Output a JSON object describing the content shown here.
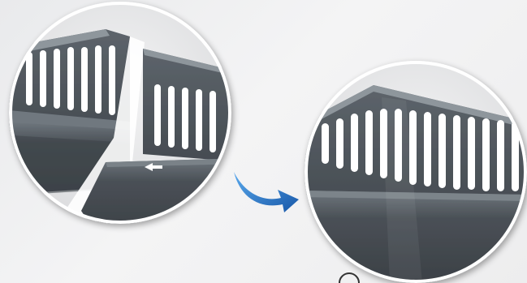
{
  "illustration": {
    "steps": [
      {
        "name": "before",
        "state": "two-duct-sections-separated"
      },
      {
        "name": "after",
        "state": "duct-sections-joined"
      }
    ],
    "transition_icon": "curved-arrow-icon",
    "push_indicator_icon": "arrow-left-icon",
    "colors": {
      "background": "#efeff0",
      "duct_body": "#4f565d",
      "duct_dark": "#3a4046",
      "duct_light": "#6c747b",
      "slot": "#ffffff",
      "arrow_blue": "#1f6fc4",
      "circle_border": "#ffffff"
    }
  }
}
